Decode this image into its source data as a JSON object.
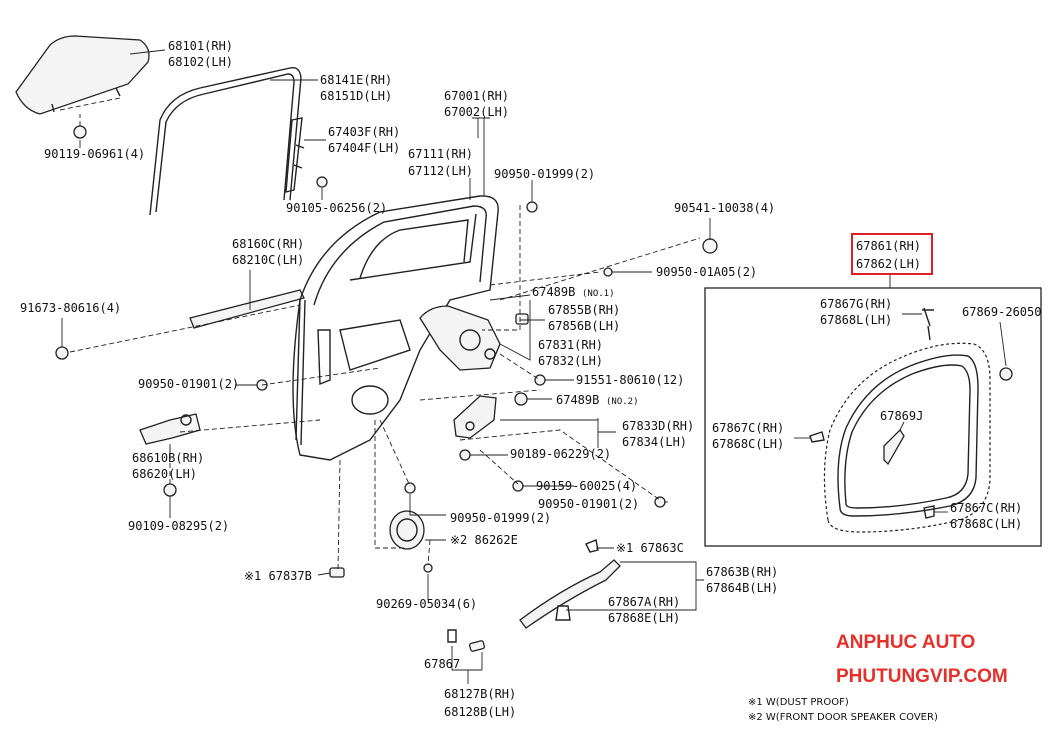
{
  "parts": {
    "p68101": [
      "68101(RH)",
      "68102(LH)"
    ],
    "p68141": [
      "68141E(RH)",
      "68151D(LH)"
    ],
    "p67403": [
      "67403F(RH)",
      "67404F(LH)"
    ],
    "p90119": "90119-06961(4)",
    "p90105": "90105-06256(2)",
    "p67001": [
      "67001(RH)",
      "67002(LH)"
    ],
    "p67111": [
      "67111(RH)",
      "67112(LH)"
    ],
    "p90950a": "90950-01999(2)",
    "p90541": "90541-10038(4)",
    "p68160": [
      "68160C(RH)",
      "68210C(LH)"
    ],
    "p90950b": "90950-01A05(2)",
    "p67489b1": "67489B",
    "p67489b1_note": "(NO.1)",
    "p67855": [
      "67855B(RH)",
      "67856B(LH)"
    ],
    "p67831": [
      "67831(RH)",
      "67832(LH)"
    ],
    "p91673": "91673-80616(4)",
    "p90950c": "90950-01901(2)",
    "p91551": "91551-80610(12)",
    "p67489b2": "67489B",
    "p67489b2_note": "(NO.2)",
    "p67833": [
      "67833D(RH)",
      "67834(LH)"
    ],
    "p68610": [
      "68610B(RH)",
      "68620(LH)"
    ],
    "p90189": "90189-06229(2)",
    "p90159": "90159-60025(4)",
    "p90950d": "90950-01901(2)",
    "p90109": "90109-08295(2)",
    "p90950e": "90950-01999(2)",
    "p86262": "※2 86262E",
    "p67837": "※1 67837B",
    "p90269": "90269-05034(6)",
    "p67863c": "※1 67863C",
    "p67863b": [
      "67863B(RH)",
      "67864B(LH)"
    ],
    "p67867a": [
      "67867A(RH)",
      "67868E(LH)"
    ],
    "p67867": "67867",
    "p68127": [
      "68127B(RH)",
      "68128B(LH)"
    ],
    "p67861": [
      "67861(RH)",
      "67862(LH)"
    ],
    "p67867g": [
      "67867G(RH)",
      "67868L(LH)"
    ],
    "p67869_26050": "67869-26050",
    "p67867c_l": [
      "67867C(RH)",
      "67868C(LH)"
    ],
    "p67869j": "67869J",
    "p67867c_r": [
      "67867C(RH)",
      "67868C(LH)"
    ]
  },
  "brand": {
    "line1": "ANPHUC AUTO",
    "line2": "PHUTUNGVIP.COM",
    "color": "#e8302a"
  },
  "notes": {
    "n1": "※1 W(DUST PROOF)",
    "n2": "※2 W(FRONT DOOR SPEAKER COVER)"
  },
  "highlight_color": "#e02020"
}
